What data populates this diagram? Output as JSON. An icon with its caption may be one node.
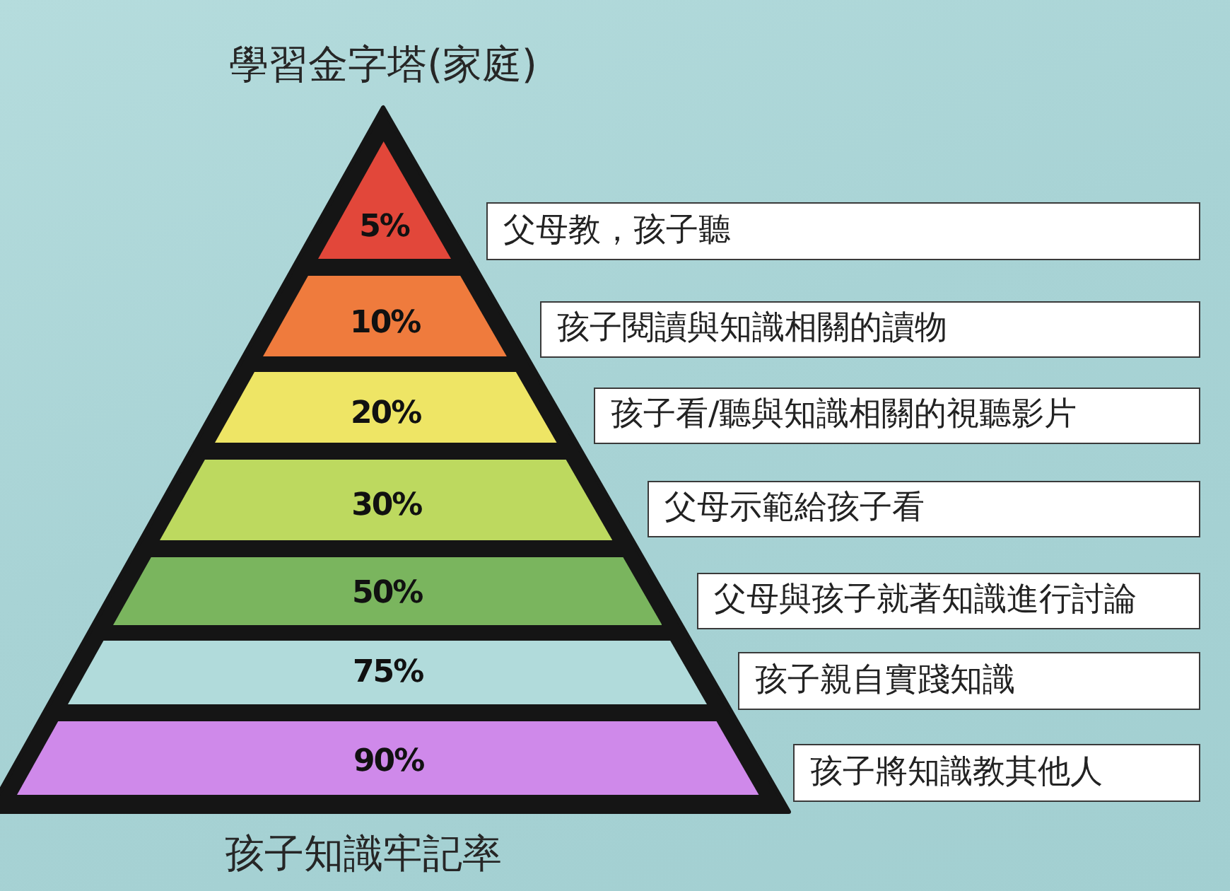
{
  "diagram": {
    "title": "學習金字塔(家庭)",
    "caption": "孩子知識牢記率",
    "nodes": [
      {
        "text": [
          "5%"
        ]
      },
      {
        "text": [
          "父母教，孩子聽"
        ]
      },
      {
        "text": [
          "10%"
        ]
      },
      {
        "text": [
          "孩子閱讀與知識相關的讀物"
        ]
      },
      {
        "text": [
          "20%"
        ]
      },
      {
        "text": [
          "孩子看/聽與知識相關的視聽影片"
        ]
      },
      {
        "text": [
          "30%"
        ]
      },
      {
        "text": [
          "父母示範給孩子看"
        ]
      },
      {
        "text": [
          "50%"
        ]
      },
      {
        "text": [
          "父母與孩子就著知識進行討論"
        ]
      },
      {
        "text": [
          "75%"
        ]
      },
      {
        "text": [
          "孩子親自實踐知識"
        ]
      },
      {
        "text": [
          "90%"
        ]
      },
      {
        "text": [
          "孩子將知識教其他人"
        ]
      }
    ]
  }
}
